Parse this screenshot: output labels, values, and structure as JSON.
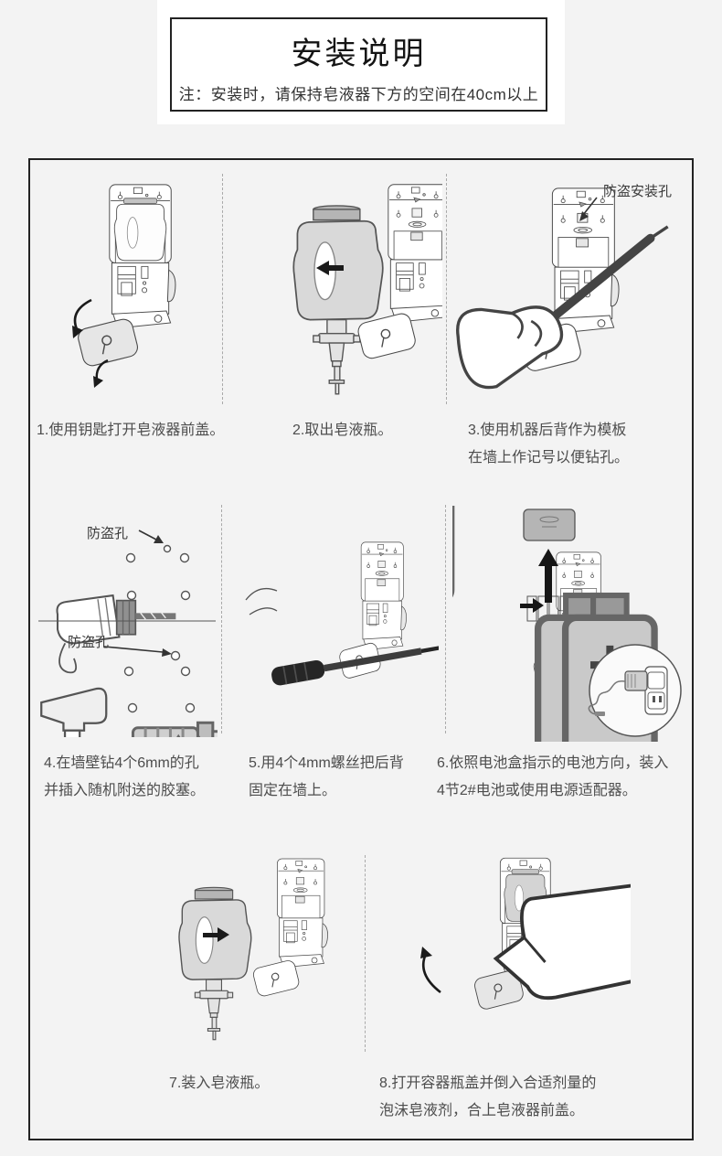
{
  "header": {
    "title": "安装说明",
    "note": "注：安装时，请保持皂液器下方的空间在40cm以上"
  },
  "labels": {
    "anti_theft_install_hole": "防盗安装孔",
    "anti_theft_hole": "防盗孔"
  },
  "steps": [
    {
      "caption": "1.使用钥匙打开皂液器前盖。"
    },
    {
      "caption": "2.取出皂液瓶。"
    },
    {
      "caption": "3.使用机器后背作为模板\n在墙上作记号以便钻孔。"
    },
    {
      "caption": "4.在墙壁钻4个6mm的孔\n并插入随机附送的胶塞。"
    },
    {
      "caption": "5.用4个4mm螺丝把后背\n固定在墙上。"
    },
    {
      "caption": "6.依照电池盒指示的电池方向，装入\n4节2#电池或使用电源适配器。"
    },
    {
      "caption": "7.装入皂液瓶。"
    },
    {
      "caption": "8.打开容器瓶盖并倒入合适剂量的\n泡沫皂液剂，合上皂液器前盖。"
    }
  ],
  "colors": {
    "background": "#f3f3f3",
    "border": "#222222",
    "line_art": "#4a4a4a",
    "caption": "#4d4d4d"
  }
}
